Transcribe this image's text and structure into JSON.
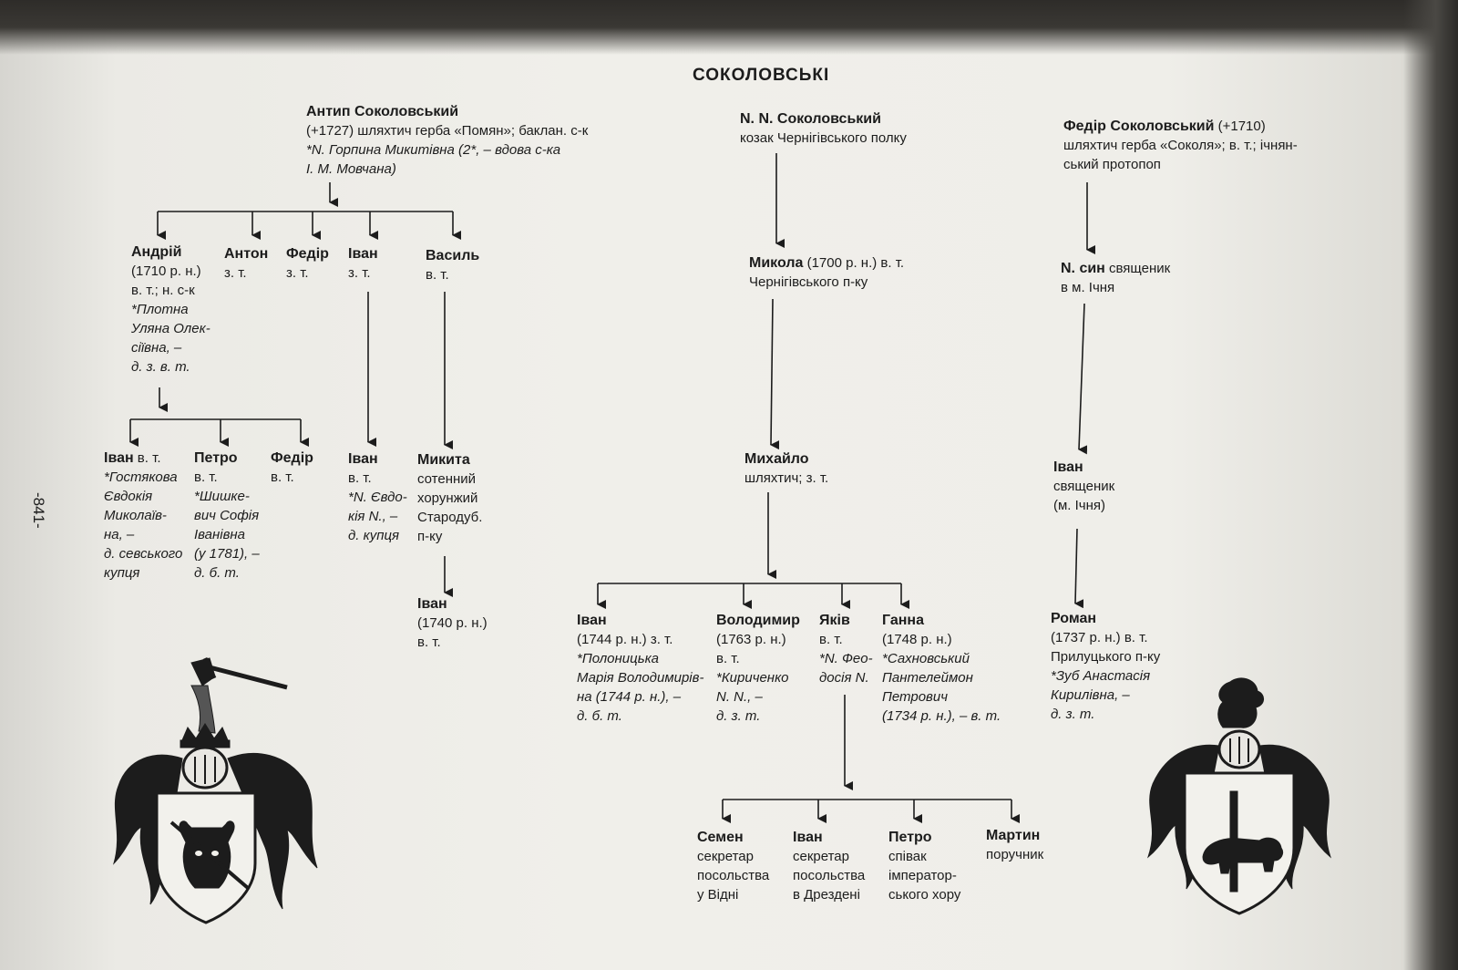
{
  "title": "СОКОЛОВСЬКІ",
  "page_number": "-841-",
  "nodes": {
    "antyp": {
      "name": "Антип Соколовський",
      "lines": [
        "(+1727) шляхтич герба «Помян»; баклан. с-к",
        "*N. Горпина Микитівна (2*, – вдова с-ка",
        "І. М. Мовчана)"
      ]
    },
    "andrii": {
      "name": "Андрій",
      "lines": [
        "(1710 р. н.)",
        "в. т.; н. с-к",
        "*Плотна",
        "Уляна Олек-",
        "сіївна, –",
        "д. з. в. т."
      ]
    },
    "anton": {
      "name": "Антон",
      "lines": [
        "з. т."
      ]
    },
    "fedir1": {
      "name": "Федір",
      "lines": [
        "з. т."
      ]
    },
    "ivan1": {
      "name": "Іван",
      "lines": [
        "з. т."
      ]
    },
    "vasyl": {
      "name": "Василь",
      "lines": [
        "в. т."
      ]
    },
    "ivan_a": {
      "name": "Іван",
      "after": " в. т.",
      "lines": [
        "*Гостякова",
        "Євдокія",
        "Миколаїв-",
        "на, –",
        "д. севського",
        "купця"
      ]
    },
    "petro_a": {
      "name": "Петро",
      "lines": [
        "в. т.",
        "*Шишке-",
        "вич Софія",
        "Іванівна",
        "(у 1781), –",
        "д. б. т."
      ]
    },
    "fedir_a": {
      "name": "Федір",
      "lines": [
        "в. т."
      ]
    },
    "ivan2": {
      "name": "Іван",
      "lines": [
        "в. т.",
        "*N. Євдо-",
        "кія N., –",
        "д. купця"
      ]
    },
    "mykyta": {
      "name": "Микита",
      "lines": [
        "сотенний",
        "хорунжий",
        "Стародуб.",
        "п-ку"
      ]
    },
    "ivan3": {
      "name": "Іван",
      "lines": [
        "(1740 р. н.)",
        "в. т."
      ]
    },
    "nn": {
      "name": "N. N. Соколовський",
      "lines": [
        "козак Чернігівського полку"
      ]
    },
    "mykola": {
      "name": "Микола",
      "after": " (1700 р. н.) в. т.",
      "lines": [
        "Чернігівського п-ку"
      ]
    },
    "mykhailo": {
      "name": "Михайло",
      "lines": [
        "шляхтич; з. т."
      ]
    },
    "ivan4": {
      "name": "Іван",
      "lines": [
        "(1744 р. н.) з. т.",
        "*Полоницька",
        "Марія Володимирів-",
        "на (1744 р. н.), –",
        "д. б. т."
      ]
    },
    "volodymyr": {
      "name": "Володимир",
      "lines": [
        "(1763 р. н.)",
        "в. т.",
        "*Кириченко",
        "N. N., –",
        "д. з. т."
      ]
    },
    "yakiv": {
      "name": "Яків",
      "lines": [
        "в. т.",
        "*N. Фео-",
        "досія N."
      ]
    },
    "hanna": {
      "name": "Ганна",
      "lines": [
        "(1748 р. н.)",
        "*Сахновський",
        "Пантелеймон",
        "Петрович",
        "(1734 р. н.), – в. т."
      ]
    },
    "semen": {
      "name": "Семен",
      "lines": [
        "секретар",
        "посольства",
        "у Відні"
      ]
    },
    "ivan5": {
      "name": "Іван",
      "lines": [
        "секретар",
        "посольства",
        "в Дрездені"
      ]
    },
    "petro2": {
      "name": "Петро",
      "lines": [
        "співак",
        "імператор-",
        "ського хору"
      ]
    },
    "martyn": {
      "name": "Мартин",
      "lines": [
        "поручник"
      ]
    },
    "fedir_s": {
      "name": "Федір Соколовський",
      "after": " (+1710)",
      "lines": [
        "шляхтич герба «Соколя»; в. т.; ічнян-",
        "ський протопоп"
      ]
    },
    "syn": {
      "name": "N. син",
      "after": " священик",
      "lines": [
        "в м. Ічня"
      ]
    },
    "ivan6": {
      "name": "Іван",
      "lines": [
        "священик",
        "(м. Ічня)"
      ]
    },
    "roman": {
      "name": "Роман",
      "lines": [
        "(1737 р. н.) в. т.",
        "Прилуцького п-ку",
        "*Зуб Анастасія",
        "Кирилівна, –",
        "д. з. т."
      ]
    }
  },
  "icons": {
    "left_crest": "coat-of-arms-bull",
    "right_crest": "coat-of-arms-bear"
  }
}
